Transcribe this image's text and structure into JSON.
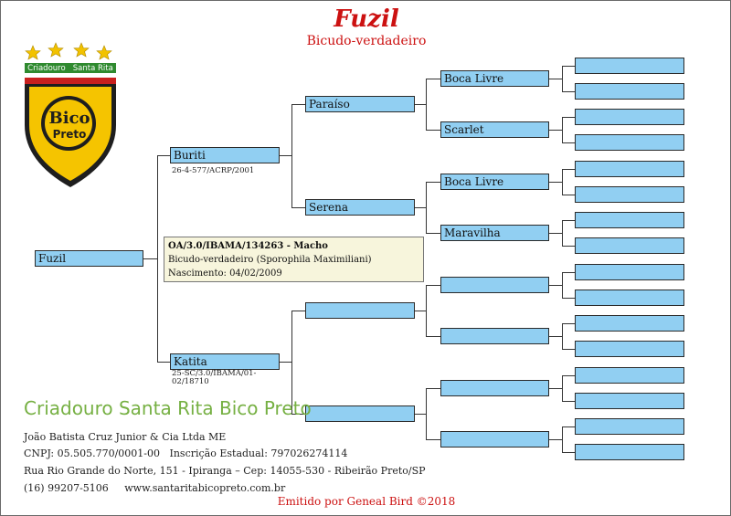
{
  "header": {
    "title": "Fuzil",
    "subtitle": "Bicudo-verdadeiro"
  },
  "logo": {
    "top_text": "Criadouro   Santa Rita",
    "text_a": "Bico",
    "text_b": "Preto",
    "star_color": "#f2c200",
    "shield_color": "#f5c400"
  },
  "subject": {
    "name": "Fuzil"
  },
  "info": {
    "line1": "OA/3.0/IBAMA/134263 - Macho",
    "line2": "Bicudo-verdadeiro (Sporophila Maximiliani)",
    "line3": "Nascimento: 04/02/2009"
  },
  "pedigree": {
    "father": {
      "name": "Buriti",
      "registration": "26-4-577/ACRP/2001"
    },
    "mother": {
      "name": "Katita",
      "registration": "25-SC/3.0/IBAMA/01-02/18710"
    },
    "grandparents": [
      "Paraíso",
      "Serena",
      "",
      ""
    ],
    "great_grandparents": [
      "Boca Livre",
      "Scarlet",
      "Boca Livre",
      "Maravilha",
      "",
      "",
      "",
      ""
    ],
    "gen4": [
      "",
      "",
      "",
      "",
      "",
      "",
      "",
      "",
      "",
      "",
      "",
      "",
      "",
      "",
      "",
      ""
    ]
  },
  "footer": {
    "breeder": "Criadouro Santa Rita Bico Preto",
    "company": "João Batista Cruz Junior & Cia Ltda ME",
    "ids": "CNPJ: 05.505.770/0001-00   Inscrição Estadual: 797026274114",
    "address": "Rua Rio Grande do Norte, 151 - Ipiranga – Cep: 14055-530 - Ribeirão Preto/SP",
    "contact": "(16) 99207-5106     www.santaritabicopreto.com.br",
    "emitted": "Emitido por Geneal Bird ©2018"
  },
  "colors": {
    "box": "#91cff2",
    "title": "#cc1111",
    "brand": "#76b043"
  }
}
